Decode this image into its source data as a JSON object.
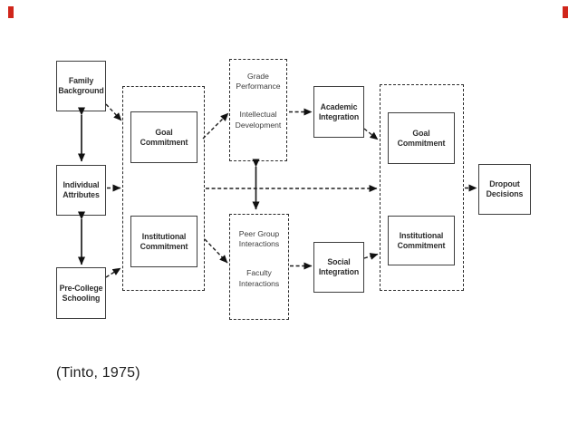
{
  "slide": {
    "caption": "(Tinto, 1975)",
    "accent_red": "#d0261b",
    "background": "#ffffff",
    "line_color": "#1e1e1e"
  },
  "diagram": {
    "type": "flow-diagram",
    "nodes": {
      "family_background": {
        "label": "Family\nBackground"
      },
      "individual_attributes": {
        "label": "Individual\nAttributes"
      },
      "pre_college_schooling": {
        "label": "Pre-College\nSchooling"
      },
      "goal_commitment_1": {
        "label": "Goal\nCommitment"
      },
      "institutional_commitment_1": {
        "label": "Institutional\nCommitment"
      },
      "grade_performance": {
        "label": "Grade\nPerformance"
      },
      "intellectual_development": {
        "label": "Intellectual\nDevelopment"
      },
      "academic_integration": {
        "label": "Academic\nIntegration"
      },
      "peer_group_interactions": {
        "label": "Peer Group\nInteractions"
      },
      "faculty_interactions": {
        "label": "Faculty\nInteractions"
      },
      "social_integration": {
        "label": "Social\nIntegration"
      },
      "goal_commitment_2": {
        "label": "Goal\nCommitment"
      },
      "institutional_commitment_2": {
        "label": "Institutional\nCommitment"
      },
      "dropout_decisions": {
        "label": "Dropout\nDecisions"
      }
    },
    "edges": [
      {
        "from": "family_background",
        "to": "individual_attributes",
        "style": "solid",
        "bidirectional": true
      },
      {
        "from": "individual_attributes",
        "to": "pre_college_schooling",
        "style": "solid",
        "bidirectional": true
      },
      {
        "from": "family_background",
        "to": "commitments_initial",
        "style": "dashed"
      },
      {
        "from": "individual_attributes",
        "to": "commitments_initial",
        "style": "dashed"
      },
      {
        "from": "pre_college_schooling",
        "to": "commitments_initial",
        "style": "dashed"
      },
      {
        "from": "goal_commitment_1",
        "to": "academic_system",
        "style": "dashed"
      },
      {
        "from": "academic_system",
        "to": "academic_integration",
        "style": "dashed"
      },
      {
        "from": "academic_integration",
        "to": "commitments_later",
        "style": "dashed"
      },
      {
        "from": "commitments_initial",
        "to": "commitments_later",
        "style": "dashed"
      },
      {
        "from": "academic_system",
        "to": "social_system",
        "style": "solid",
        "bidirectional": true
      },
      {
        "from": "institutional_commitment_1",
        "to": "social_system",
        "style": "dashed"
      },
      {
        "from": "social_system",
        "to": "social_integration",
        "style": "dashed"
      },
      {
        "from": "social_integration",
        "to": "commitments_later",
        "style": "dashed"
      },
      {
        "from": "commitments_later",
        "to": "dropout_decisions",
        "style": "dashed"
      }
    ]
  }
}
